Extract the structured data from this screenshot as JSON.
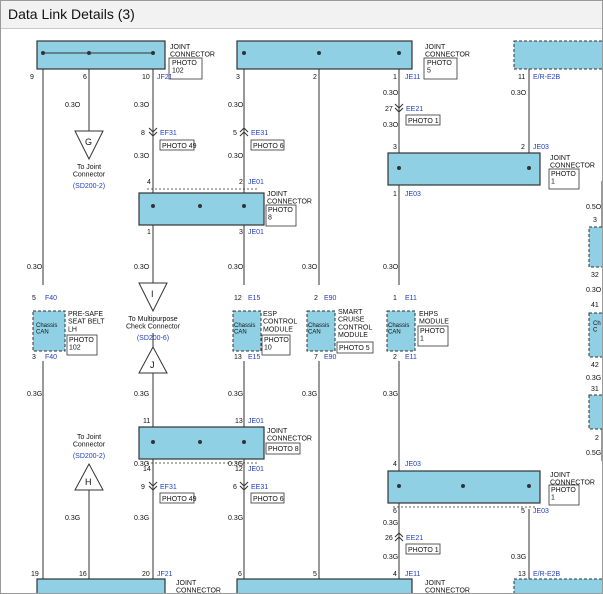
{
  "window": {
    "title": "Data Link Details (3)"
  },
  "colors": {
    "connector_fill": "#8fd0e4",
    "wire": "#333333",
    "label_blue": "#1f3fbf",
    "text": "#111111"
  },
  "connectors": [
    {
      "id": "t1",
      "name": "JOINT\nCONNECTOR",
      "photo": "PHOTO\n102"
    },
    {
      "id": "t2",
      "name": "JOINT\nCONNECTOR",
      "photo": "PHOTO\n5"
    },
    {
      "id": "je03a",
      "name": "JOINT\nCONNECTOR",
      "photo": "PHOTO\n1"
    },
    {
      "id": "je01a",
      "name": "JOINT\nCONNECTOR",
      "photo": "PHOTO\n8"
    },
    {
      "id": "je01b",
      "name": "JOINT\nCONNECTOR",
      "photo": "PHOTO 8"
    },
    {
      "id": "je03b",
      "name": "JOINT\nCONNECTOR",
      "photo": "PHOTO\n1"
    },
    {
      "id": "b1",
      "name": "JOINT\nCONNECTOR"
    },
    {
      "id": "b2",
      "name": "JOINT\nCONNECTOR"
    }
  ],
  "modules": [
    {
      "id": "m1",
      "can": "Chassis\nCAN",
      "name": "PRE-SAFE\nSEAT BELT\nLH",
      "photo": "PHOTO\n102",
      "top_pin": "5",
      "top_code": "F40",
      "bot_pin": "3",
      "bot_code": "F40"
    },
    {
      "id": "m2",
      "can": "Chassis\nCAN",
      "name": "ESP\nCONTROL\nMODULE",
      "photo": "PHOTO\n10",
      "top_pin": "12",
      "top_code": "E15",
      "bot_pin": "13",
      "bot_code": "E15"
    },
    {
      "id": "m3",
      "can": "Chassis\nCAN",
      "name": "SMART\nCRUISE\nCONTROL\nMODULE",
      "photo": "PHOTO 5",
      "top_pin": "2",
      "top_code": "E90",
      "bot_pin": "7",
      "bot_code": "E90"
    },
    {
      "id": "m4",
      "can": "Chassis\nCAN",
      "name": "EHPS\nMODULE",
      "photo": "PHOTO\n1",
      "top_pin": "1",
      "top_code": "E11",
      "bot_pin": "2",
      "bot_code": "E11"
    },
    {
      "id": "m5",
      "can": "Ch\nC"
    }
  ],
  "refs": [
    {
      "id": "G",
      "caption": "To Joint\nConnector",
      "code": "(SD200-2)"
    },
    {
      "id": "I",
      "caption": "To Multipurpose\nCheck Connector",
      "code": "(SD200-6)"
    },
    {
      "id": "J"
    },
    {
      "id": "H",
      "caption": "To Joint\nConnector",
      "code": "(SD200-2)"
    }
  ],
  "inline": [
    {
      "id": "ef31a",
      "pin": "8",
      "code": "EF31",
      "photo": "PHOTO 49"
    },
    {
      "id": "ee31a",
      "pin": "5",
      "code": "EE31",
      "photo": "PHOTO 6"
    },
    {
      "id": "ee21a",
      "pin": "27",
      "code": "EE21",
      "photo": "PHOTO 1"
    },
    {
      "id": "ef31b",
      "pin": "9",
      "code": "EF31",
      "photo": "PHOTO 49"
    },
    {
      "id": "ee31b",
      "pin": "6",
      "code": "EE31",
      "photo": "PHOTO 6"
    },
    {
      "id": "ee21b",
      "pin": "26",
      "code": "EE21",
      "photo": "PHOTO 1"
    }
  ],
  "labels": [
    {
      "id": "p1",
      "t": "9"
    },
    {
      "id": "p2",
      "t": "6"
    },
    {
      "id": "p3",
      "t": "10"
    },
    {
      "id": "p4",
      "t": "JF21"
    },
    {
      "id": "p5",
      "t": "3"
    },
    {
      "id": "p6",
      "t": "2"
    },
    {
      "id": "p7",
      "t": "1"
    },
    {
      "id": "p8",
      "t": "JE11"
    },
    {
      "id": "p9",
      "t": "11"
    },
    {
      "id": "p10",
      "t": "E/R-E2B"
    },
    {
      "id": "w1",
      "t": "0.3O"
    },
    {
      "id": "w2",
      "t": "0.3O"
    },
    {
      "id": "w3",
      "t": "0.3O"
    },
    {
      "id": "w4",
      "t": "0.3O"
    },
    {
      "id": "w5",
      "t": "0.3O"
    },
    {
      "id": "w6",
      "t": "0.3O"
    },
    {
      "id": "w7",
      "t": "0.3O"
    },
    {
      "id": "w8",
      "t": "0.3O"
    },
    {
      "id": "p11",
      "t": "3"
    },
    {
      "id": "p12",
      "t": "2"
    },
    {
      "id": "p13",
      "t": "JE03"
    },
    {
      "id": "p14",
      "t": "1"
    },
    {
      "id": "p15",
      "t": "JE03"
    },
    {
      "id": "p16",
      "t": "4"
    },
    {
      "id": "p17",
      "t": "2"
    },
    {
      "id": "p18",
      "t": "JE01"
    },
    {
      "id": "p19",
      "t": "1"
    },
    {
      "id": "p20",
      "t": "3"
    },
    {
      "id": "p21",
      "t": "JE01"
    },
    {
      "id": "w9",
      "t": "0.3O"
    },
    {
      "id": "w10",
      "t": "0.3O"
    },
    {
      "id": "w11",
      "t": "0.3O"
    },
    {
      "id": "w12",
      "t": "0.3O"
    },
    {
      "id": "w13",
      "t": "0.3O"
    },
    {
      "id": "w14",
      "t": "0.3G"
    },
    {
      "id": "w15",
      "t": "0.3G"
    },
    {
      "id": "w16",
      "t": "0.3G"
    },
    {
      "id": "w17",
      "t": "0.3G"
    },
    {
      "id": "w18",
      "t": "0.3G"
    },
    {
      "id": "p22",
      "t": "11"
    },
    {
      "id": "p23",
      "t": "13"
    },
    {
      "id": "p24",
      "t": "JE01"
    },
    {
      "id": "p25",
      "t": "14"
    },
    {
      "id": "p26",
      "t": "12"
    },
    {
      "id": "p27",
      "t": "JE01"
    },
    {
      "id": "w19",
      "t": "0.3G"
    },
    {
      "id": "w20",
      "t": "0.3G"
    },
    {
      "id": "w21",
      "t": "0.3G"
    },
    {
      "id": "w22",
      "t": "0.3G"
    },
    {
      "id": "w23",
      "t": "0.3G"
    },
    {
      "id": "w24",
      "t": "0.3G"
    },
    {
      "id": "w25",
      "t": "0.3G"
    },
    {
      "id": "w26",
      "t": "0.3G"
    },
    {
      "id": "p28",
      "t": "4"
    },
    {
      "id": "p29",
      "t": "JE03"
    },
    {
      "id": "p30",
      "t": "6"
    },
    {
      "id": "p31",
      "t": "5"
    },
    {
      "id": "p32",
      "t": "JE03"
    },
    {
      "id": "p33",
      "t": "19"
    },
    {
      "id": "p34",
      "t": "16"
    },
    {
      "id": "p35",
      "t": "20"
    },
    {
      "id": "p36",
      "t": "JF21"
    },
    {
      "id": "p37",
      "t": "6"
    },
    {
      "id": "p38",
      "t": "5"
    },
    {
      "id": "p39",
      "t": "4"
    },
    {
      "id": "p40",
      "t": "JE11"
    },
    {
      "id": "p41",
      "t": "13"
    },
    {
      "id": "p42",
      "t": "E/R-E2B"
    },
    {
      "id": "r1",
      "t": "0.5O"
    },
    {
      "id": "r2",
      "t": "3"
    },
    {
      "id": "r3",
      "t": "32"
    },
    {
      "id": "r4",
      "t": "0.3O"
    },
    {
      "id": "r5",
      "t": "41"
    },
    {
      "id": "r6",
      "t": "42"
    },
    {
      "id": "r7",
      "t": "0.3G"
    },
    {
      "id": "r8",
      "t": "31"
    },
    {
      "id": "r9",
      "t": "2"
    },
    {
      "id": "r10",
      "t": "0.5G"
    }
  ]
}
